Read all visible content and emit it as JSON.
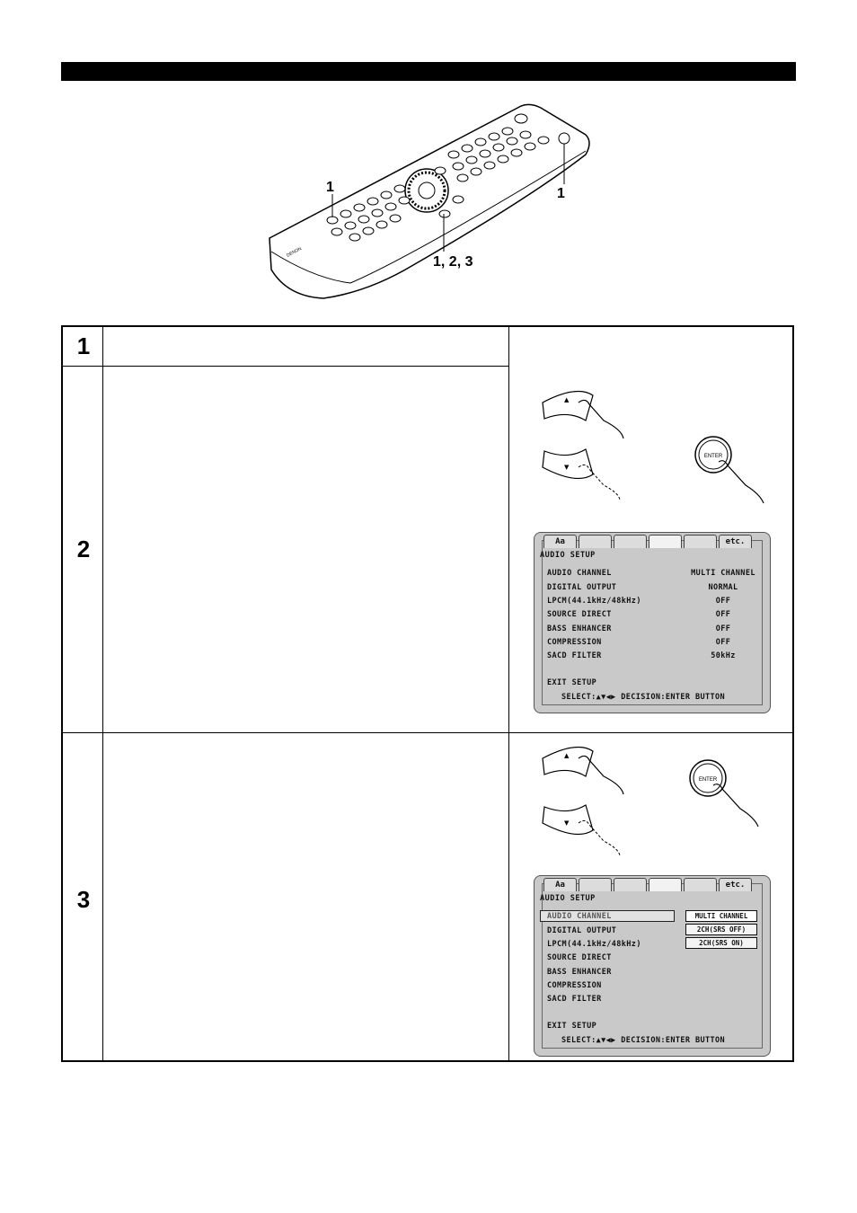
{
  "callouts": {
    "left": "1",
    "right": "1",
    "bottom": "1, 2, 3"
  },
  "steps": [
    {
      "number": "1"
    },
    {
      "number": "2"
    },
    {
      "number": "3"
    }
  ],
  "buttons": {
    "enter_label": "ENTER",
    "up_arrow": "▲",
    "down_arrow": "▼"
  },
  "osd_tabs": [
    "Aa",
    "",
    "",
    "",
    "",
    "etc."
  ],
  "osd": {
    "title": "AUDIO SETUP",
    "rows": [
      {
        "label": "AUDIO CHANNEL",
        "value": "MULTI CHANNEL"
      },
      {
        "label": "DIGITAL OUTPUT",
        "value": "NORMAL"
      },
      {
        "label": "LPCM(44.1kHz/48kHz)",
        "value": "OFF"
      },
      {
        "label": "SOURCE DIRECT",
        "value": "OFF"
      },
      {
        "label": "BASS ENHANCER",
        "value": "OFF"
      },
      {
        "label": "COMPRESSION",
        "value": "OFF"
      },
      {
        "label": "SACD FILTER",
        "value": "50kHz"
      }
    ],
    "exit": "EXIT SETUP",
    "footer": "SELECT:▲▼◀▶ DECISION:ENTER BUTTON",
    "options": [
      "MULTI CHANNEL",
      "2CH(SRS OFF)",
      "2CH(SRS ON)"
    ]
  }
}
